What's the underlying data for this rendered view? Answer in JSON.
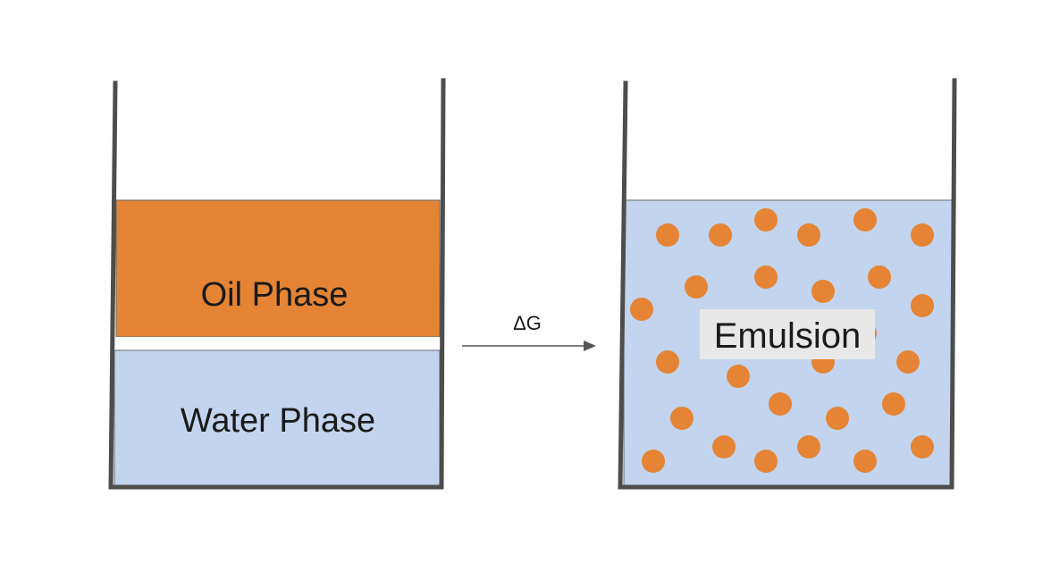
{
  "colors": {
    "oil": "#e58435",
    "water": "#c2d4ee",
    "beaker": "#4d4d4d",
    "droplet": "#e58435",
    "label_bg": "#e8e8e8",
    "arrow": "#555555"
  },
  "left_beaker": {
    "oil_label": "Oil Phase",
    "water_label": "Water Phase"
  },
  "process": {
    "arrow_label": "ΔG"
  },
  "right_beaker": {
    "label": "Emulsion"
  }
}
